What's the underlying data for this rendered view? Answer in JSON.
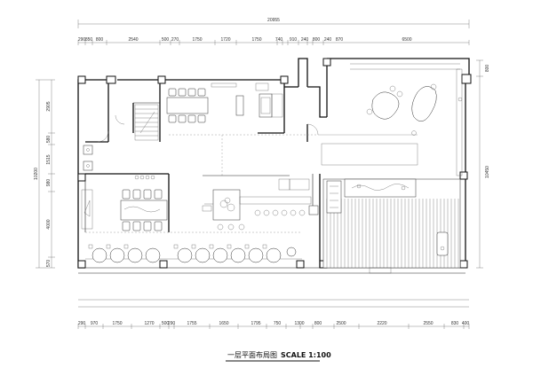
{
  "drawing": {
    "title": "一层平面布局图",
    "scale": "SCALE 1:100"
  },
  "dimensions": {
    "top_total": "20955",
    "top_segments": [
      "290",
      "850",
      "800",
      "2540",
      "500",
      "270",
      "1750",
      "1720",
      "1750",
      "740",
      "910",
      "240",
      "800",
      "240",
      "870",
      "6500"
    ],
    "bottom_segments": [
      "290",
      "970",
      "1750",
      "1270",
      "500",
      "290",
      "1755",
      "1650",
      "1795",
      "750",
      "1300",
      "800",
      "2500",
      "2220",
      "2550",
      "830",
      "400"
    ],
    "left_segments": [
      "2905",
      "580",
      "1515",
      "980",
      "4000",
      "570"
    ],
    "left_total": "10200",
    "right_segments": [
      "800",
      "10450"
    ]
  }
}
